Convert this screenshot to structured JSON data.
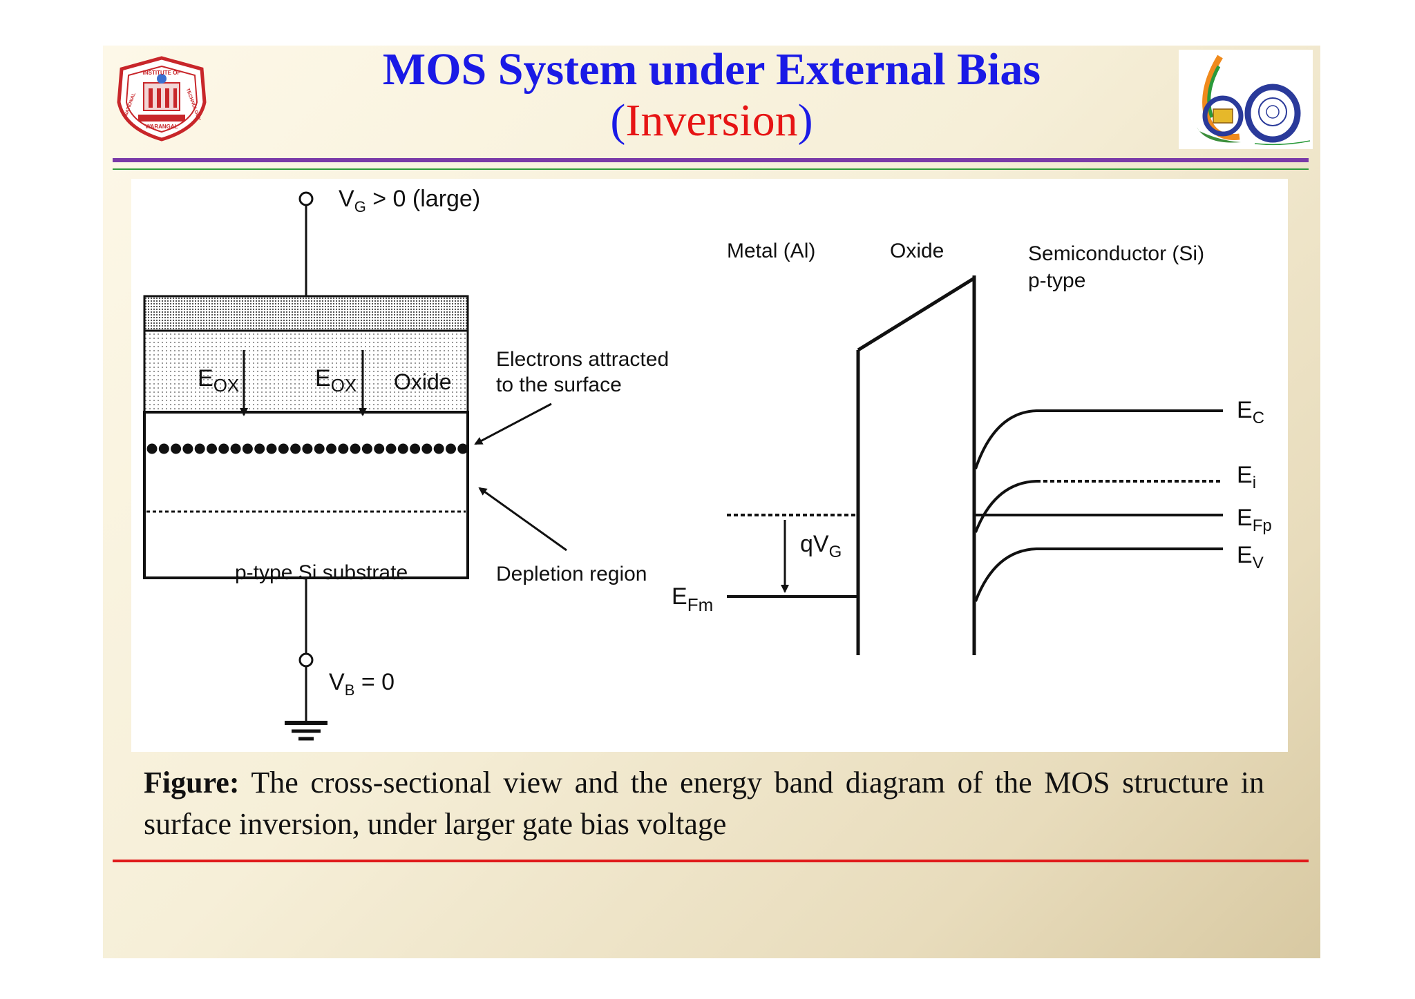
{
  "title": {
    "line1": "MOS System under External Bias",
    "line2_open": "(",
    "line2_word": "Inversion",
    "line2_close": ")"
  },
  "logo_left": {
    "icon": "nit-warangal-emblem-icon",
    "text_top": "INSTITUTE OF",
    "text_left": "NATIONAL",
    "text_right": "TECHNOLOGY",
    "text_bottom": "WARANGAL"
  },
  "logo_right": {
    "icon": "diamond-jubilee-60-logo-icon"
  },
  "figure": {
    "vg_label": "V",
    "vg_sub": "G",
    "vg_rest": " > 0  (large)",
    "vb_label": "V",
    "vb_sub": "B",
    "vb_rest": " = 0",
    "eox1": "E",
    "eox1_sub": "OX",
    "eox2": "E",
    "eox2_sub": "OX",
    "oxide_label": "Oxide",
    "substrate_label": "p-type Si substrate",
    "electrons_line1": "Electrons attracted",
    "electrons_line2": "to the surface",
    "depletion_label": "Depletion region",
    "metal_label": "Metal (Al)",
    "oxide_band_label": "Oxide",
    "semi_line1": "Semiconductor (Si)",
    "semi_line2": "p-type",
    "qvg": "qV",
    "qvg_sub": "G",
    "efm": "E",
    "efm_sub": "Fm",
    "ec": "E",
    "ec_sub": "C",
    "ei": "E",
    "ei_sub": "i",
    "efp": "E",
    "efp_sub": "Fp",
    "ev": "E",
    "ev_sub": "V"
  },
  "caption": {
    "label": "Figure:",
    "text": " The cross-sectional view and the energy band diagram of the MOS structure in surface inversion, under larger gate bias voltage"
  },
  "colors": {
    "title_blue": "#1a1ae6",
    "title_red": "#e61414",
    "rule_purple": "#7a3aa8",
    "rule_green": "#2e9a3a",
    "rule_red": "#e01a1a"
  }
}
